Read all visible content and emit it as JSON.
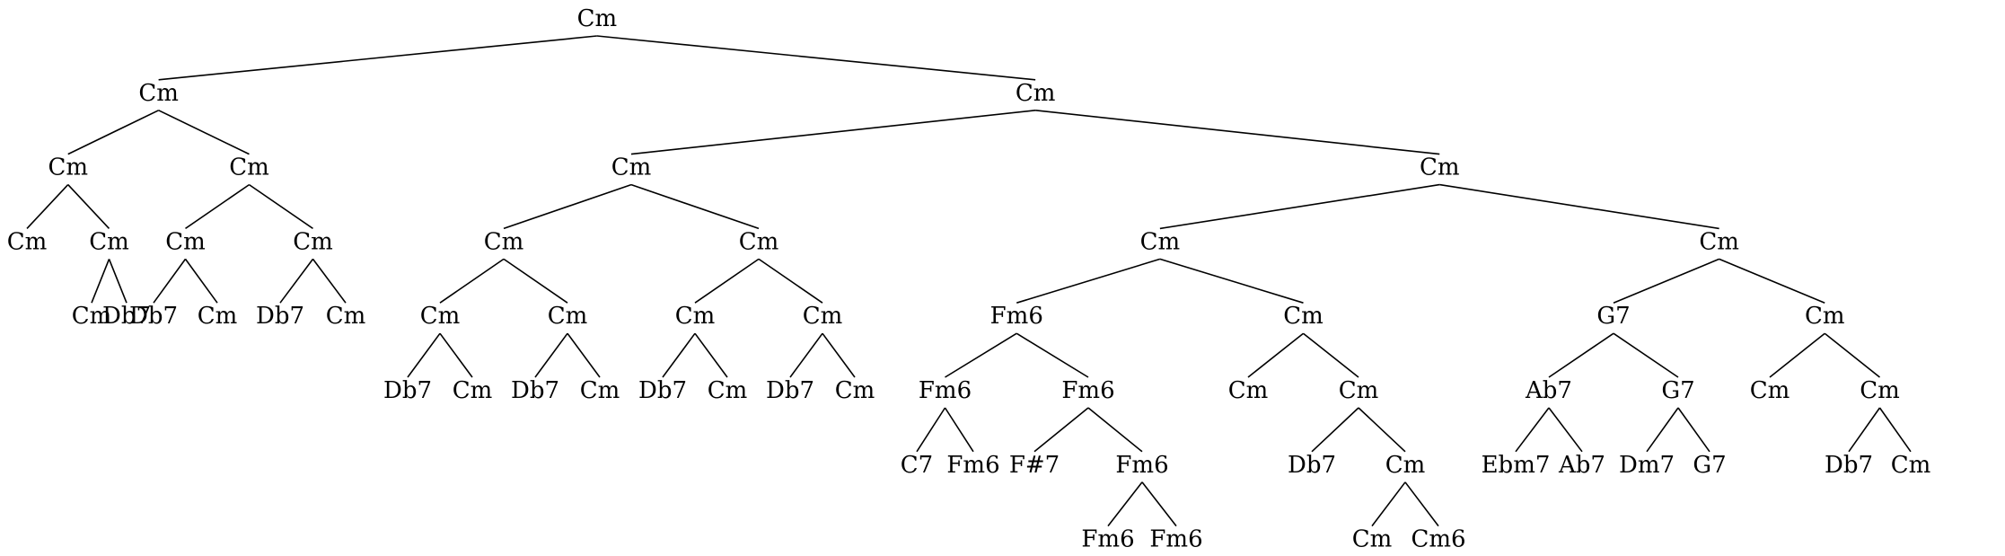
{
  "tree": {
    "label": "Cm",
    "children": [
      {
        "label": "Cm",
        "children": [
          {
            "label": "Cm",
            "children": [
              {
                "label": "Cm"
              },
              {
                "label": "Cm",
                "children": [
                  {
                    "label": "Db7"
                  },
                  {
                    "label": "Cm"
                  }
                ]
              }
            ]
          },
          {
            "label": "Cm",
            "children": [
              {
                "label": "Cm",
                "children": [
                  {
                    "label": "Db7"
                  },
                  {
                    "label": "Cm"
                  }
                ]
              },
              {
                "label": "Cm",
                "children": [
                  {
                    "label": "Db7"
                  },
                  {
                    "label": "Cm"
                  }
                ]
              }
            ]
          }
        ]
      },
      {
        "label": "Cm",
        "children": [
          {
            "label": "Cm",
            "children": [
              {
                "label": "Cm",
                "children": [
                  {
                    "label": "Cm",
                    "children": [
                      {
                        "label": "Db7"
                      },
                      {
                        "label": "Cm"
                      }
                    ]
                  },
                  {
                    "label": "Cm",
                    "children": [
                      {
                        "label": "Db7"
                      },
                      {
                        "label": "Cm"
                      }
                    ]
                  }
                ]
              },
              {
                "label": "Cm",
                "children": [
                  {
                    "label": "Cm",
                    "children": [
                      {
                        "label": "Db7"
                      },
                      {
                        "label": "Cm"
                      }
                    ]
                  },
                  {
                    "label": "Cm",
                    "children": [
                      {
                        "label": "Db7"
                      },
                      {
                        "label": "Cm"
                      }
                    ]
                  }
                ]
              }
            ]
          },
          {
            "label": "Cm",
            "children": [
              {
                "label": "Cm",
                "children": [
                  {
                    "label": "Fm6",
                    "children": [
                      {
                        "label": "Fm6",
                        "children": [
                          {
                            "label": "C7"
                          },
                          {
                            "label": "Fm6"
                          }
                        ]
                      },
                      {
                        "label": "Fm6",
                        "children": [
                          {
                            "label": "F#7"
                          },
                          {
                            "label": "Fm6",
                            "children": [
                              {
                                "label": "Fm6"
                              },
                              {
                                "label": "Fm6"
                              }
                            ]
                          }
                        ]
                      }
                    ]
                  },
                  {
                    "label": "Cm",
                    "children": [
                      {
                        "label": "Cm"
                      },
                      {
                        "label": "Cm",
                        "children": [
                          {
                            "label": "Db7"
                          },
                          {
                            "label": "Cm",
                            "children": [
                              {
                                "label": "Cm"
                              },
                              {
                                "label": "Cm6"
                              }
                            ]
                          }
                        ]
                      }
                    ]
                  }
                ]
              },
              {
                "label": "Cm",
                "children": [
                  {
                    "label": "G7",
                    "children": [
                      {
                        "label": "Ab7",
                        "children": [
                          {
                            "label": "Ebm7"
                          },
                          {
                            "label": "Ab7"
                          }
                        ]
                      },
                      {
                        "label": "G7",
                        "children": [
                          {
                            "label": "Dm7"
                          },
                          {
                            "label": "G7"
                          }
                        ]
                      }
                    ]
                  },
                  {
                    "label": "Cm",
                    "children": [
                      {
                        "label": "Cm"
                      },
                      {
                        "label": "Cm",
                        "children": [
                          {
                            "label": "Db7"
                          },
                          {
                            "label": "Cm"
                          }
                        ]
                      }
                    ]
                  }
                ]
              }
            ]
          }
        ]
      }
    ]
  }
}
